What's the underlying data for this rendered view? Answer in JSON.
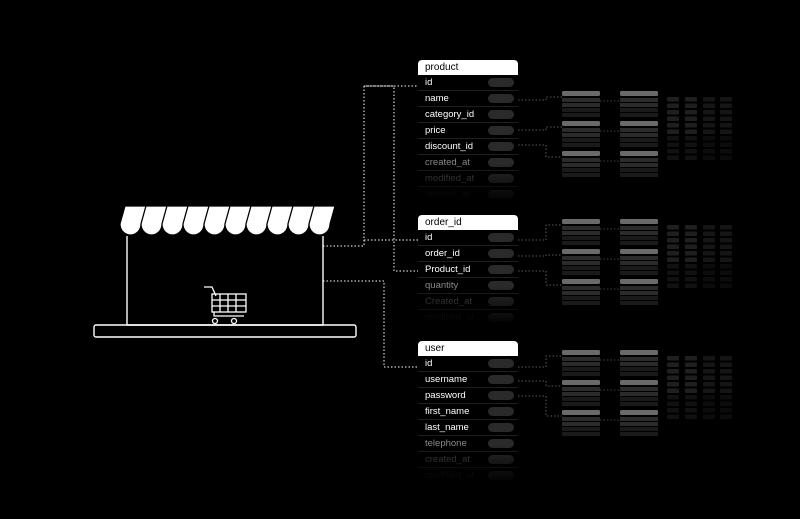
{
  "tables": [
    {
      "id": "product",
      "title": "product",
      "fields": [
        "id",
        "name",
        "category_id",
        "price",
        "discount_id",
        "created_at",
        "modified_at",
        "deleted_at"
      ]
    },
    {
      "id": "order",
      "title": "order_id",
      "fields": [
        "id",
        "order_id",
        "Product_id",
        "quantity",
        "Created_at",
        "modified_at"
      ]
    },
    {
      "id": "user",
      "title": "user",
      "fields": [
        "id",
        "username",
        "password",
        "first_name",
        "last_name",
        "telephone",
        "created_at",
        "modified_at"
      ]
    }
  ],
  "colors": {
    "background": "#000000",
    "line": "#ffffff",
    "header": "#ffffff",
    "pill": "#2a2a2a"
  },
  "icons": [
    "storefront-icon",
    "awning-icon",
    "shopping-cart-icon"
  ]
}
